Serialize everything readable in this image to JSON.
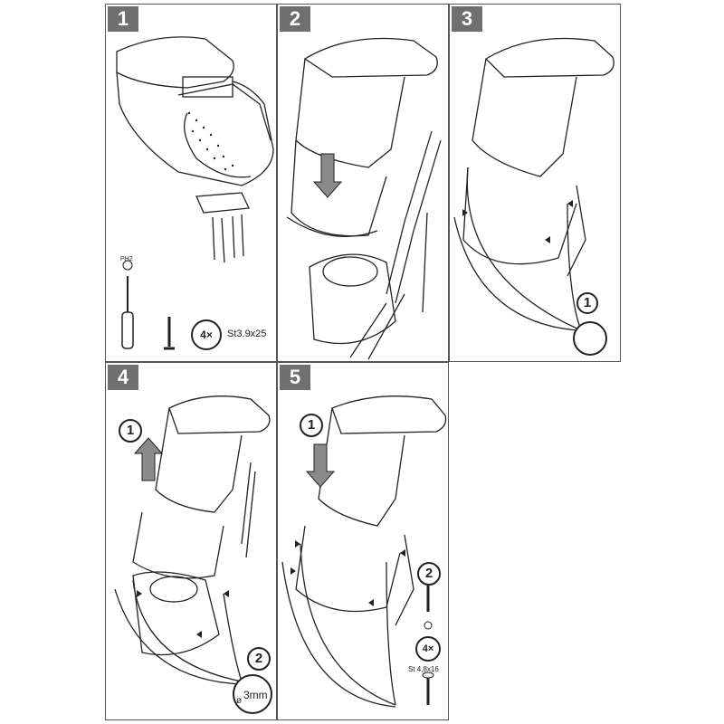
{
  "steps": [
    {
      "number": "1",
      "spec": "St3.9x25",
      "tool_label": "PH2",
      "qty": "4×"
    },
    {
      "number": "2"
    },
    {
      "number": "3",
      "callout": "1"
    },
    {
      "number": "4",
      "callout_a": "1",
      "callout_b": "2",
      "drill_size": "3mm",
      "diameter_symbol": "ø"
    },
    {
      "number": "5",
      "callout_a": "1",
      "callout_b": "2",
      "qty": "4×",
      "spec": "St 4,8x16"
    }
  ],
  "colors": {
    "badge": "#6f6f6f",
    "line": "#222222",
    "arrow_fill": "#8a8a8a"
  }
}
